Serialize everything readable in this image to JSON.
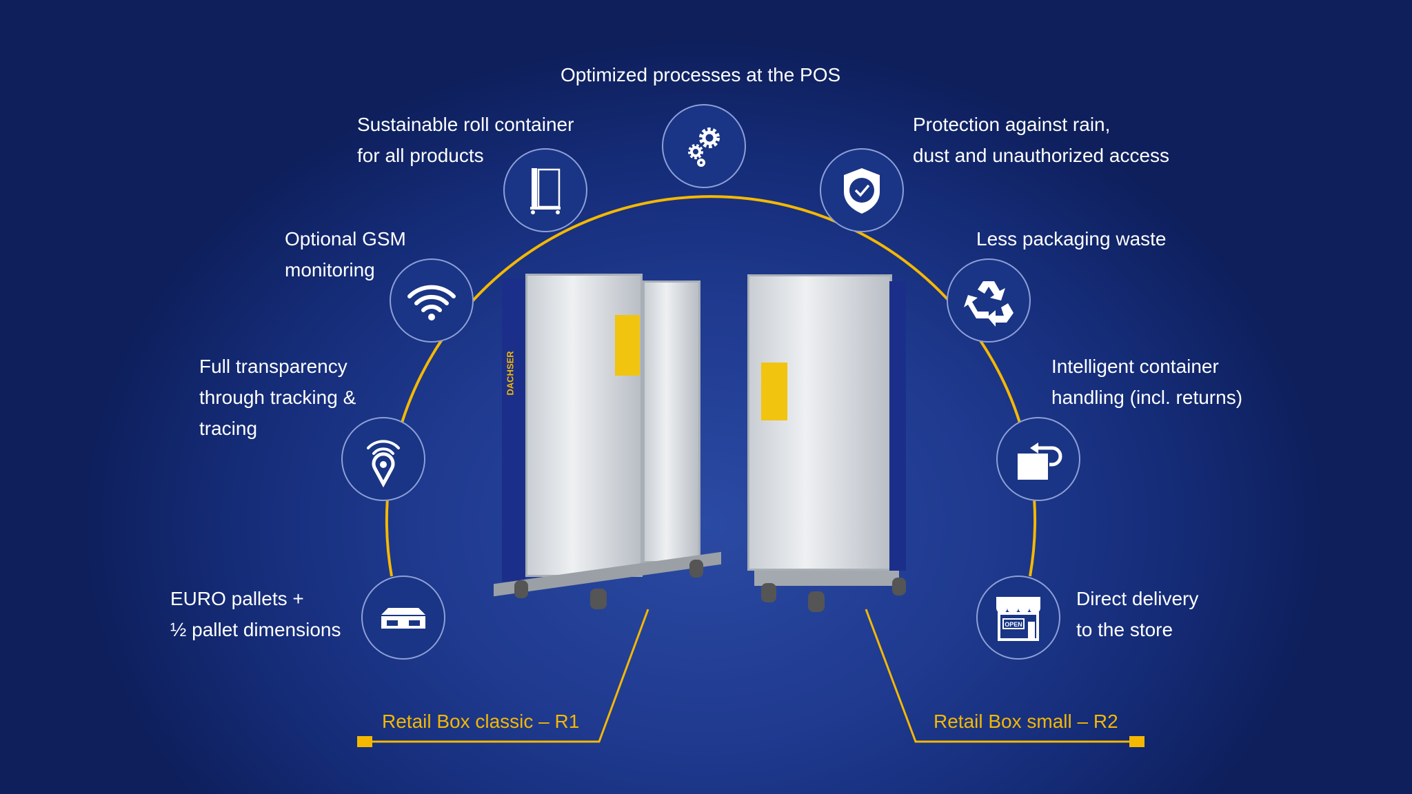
{
  "features": {
    "pos": [
      "Optimized processes at the POS"
    ],
    "roll": [
      "Sustainable roll container",
      "for all products"
    ],
    "protection": [
      "Protection against rain,",
      "dust and unauthorized access"
    ],
    "gsm": [
      "Optional GSM",
      "monitoring"
    ],
    "waste": [
      "Less packaging waste"
    ],
    "tracking": [
      "Full transparency",
      "through tracking &",
      "tracing"
    ],
    "handling": [
      "Intelligent container",
      "handling (incl. returns)"
    ],
    "pallets": [
      "EURO pallets +",
      "½ pallet dimensions"
    ],
    "delivery": [
      "Direct delivery",
      "to the store"
    ]
  },
  "products": {
    "r1": "Retail Box classic – R1",
    "r2": "Retail Box small – R2"
  },
  "brand": "DACHSER",
  "store_sign": "OPEN",
  "colors": {
    "accent": "#f5b800",
    "circle": "#1a3585",
    "background": "#1f3a8f"
  }
}
